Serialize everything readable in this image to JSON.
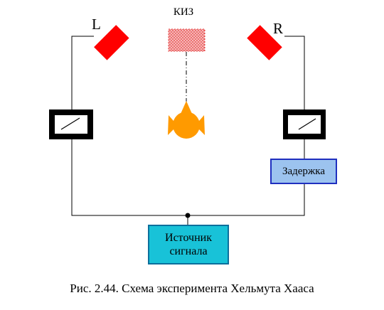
{
  "labels": {
    "kiz": "КИЗ",
    "left": "L",
    "right": "R",
    "delay": "Задержка",
    "source_line1": "Источник",
    "source_line2": "сигнала"
  },
  "caption": "Рис. 2.44. Схема эксперимента Хельмута Хааса",
  "colors": {
    "speaker": "#ff0000",
    "kiz_fill": "#e64040",
    "listener": "#ff9a00",
    "delay_fill": "#9cc3ef",
    "source_fill": "#18c2d8",
    "wire": "#000000"
  },
  "icons": {
    "meters": "meter-icon",
    "listener": "listener-head-icon"
  }
}
